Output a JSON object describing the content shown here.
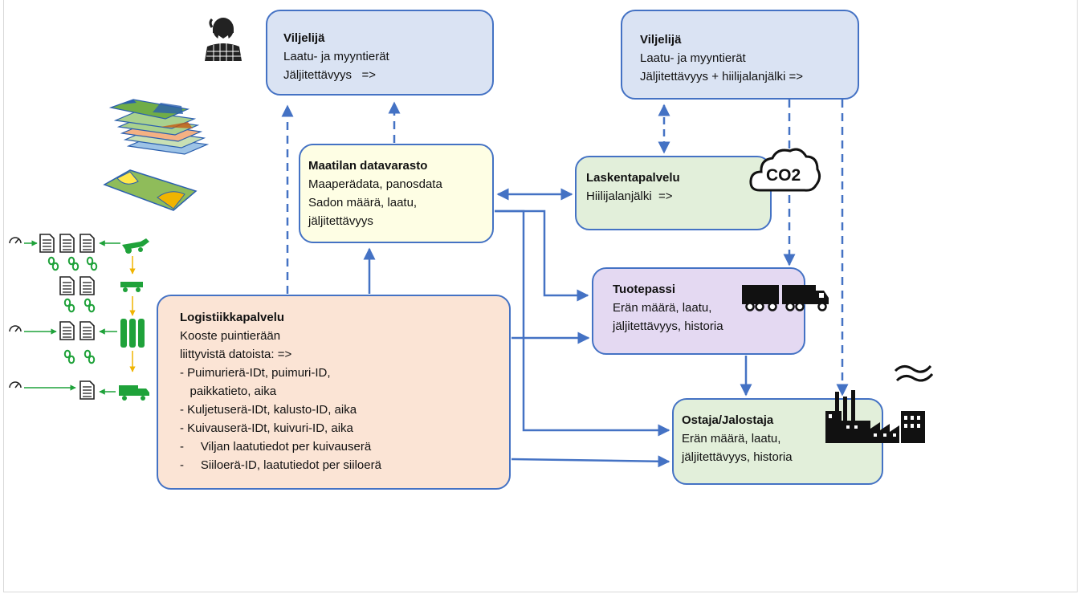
{
  "farmer_box_1": {
    "title": "Viljelijä",
    "lines": [
      "Laatu- ja myyntierät",
      "Jäljitettävyys   =>"
    ]
  },
  "farmer_box_2": {
    "title": "Viljelijä",
    "lines": [
      "Laatu- ja myyntierät",
      "Jäljitettävyys + hiilijalanjälki =>"
    ]
  },
  "datastore_box": {
    "title": "Maatilan datavarasto",
    "lines": [
      "Maaperädata, panosdata",
      "Sadon määrä, laatu,",
      "jäljitettävyys"
    ]
  },
  "calc_box": {
    "title": "Laskentapalvelu",
    "lines": [
      "Hiilijalanjälki  =>"
    ]
  },
  "passport_box": {
    "title": "Tuotepassi",
    "lines": [
      "Erän määrä, laatu,",
      "jäljitettävyys, historia"
    ]
  },
  "buyer_box": {
    "title": "Ostaja/Jalostaja",
    "lines": [
      "Erän määrä, laatu,",
      "jäljitettävyys, historia"
    ]
  },
  "logistics_box": {
    "title": "Logistiikkapalvelu",
    "lines": [
      "Kooste puintierään",
      "liittyvistä datoista: =>",
      "- Puimurierä-IDt, puimuri-ID,",
      "   paikkatieto, aika",
      "- Kuljetuserä-IDt, kalusto-ID, aika",
      "- Kuivauserä-IDt, kuivuri-ID, aika",
      "-     Viljan laatutiedot per kuivauserä",
      "-     Siiloerä-ID, laatutiedot per siiloerä"
    ]
  },
  "co2_icon_label": "CO2",
  "colors": {
    "arrow": "#4472c4",
    "box_blue": "#dae3f3",
    "box_yellow": "#fefee4",
    "box_green": "#e2efda",
    "box_purple": "#e4d9f2",
    "box_orange": "#fbe4d5",
    "icon_green": "#1fa23a",
    "icon_orange": "#f0b400"
  }
}
